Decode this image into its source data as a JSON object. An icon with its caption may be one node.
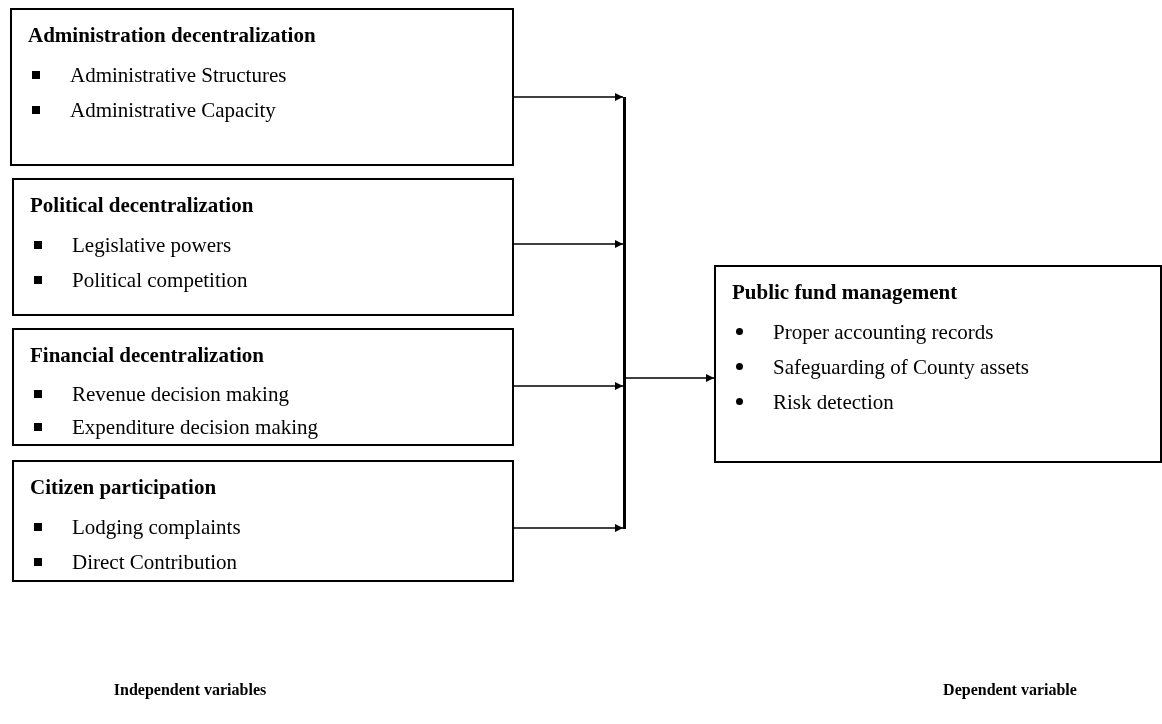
{
  "diagram": {
    "nodes": [
      {
        "text": [
          "Administration decentralization",
          "Administrative Structures",
          "Administrative Capacity"
        ]
      },
      {
        "text": [
          "Political decentralization",
          "Legislative powers",
          "Political competition"
        ]
      },
      {
        "text": [
          "Financial decentralization",
          "Revenue decision making",
          "Expenditure decision making"
        ]
      },
      {
        "text": [
          "Citizen participation",
          "Lodging complaints",
          "Direct Contribution"
        ]
      },
      {
        "text": [],
        "shape": "bar"
      },
      {
        "text": [
          "Public fund management",
          "Proper accounting records",
          "Safeguarding of County assets",
          "Risk detection"
        ]
      }
    ],
    "edges": [
      {
        "from": 0,
        "to": 4,
        "arrow": "to"
      },
      {
        "from": 1,
        "to": 4,
        "arrow": "to"
      },
      {
        "from": 2,
        "to": 4,
        "arrow": "to"
      },
      {
        "from": 3,
        "to": 4,
        "arrow": "to"
      },
      {
        "from": 4,
        "to": 5,
        "arrow": "to"
      }
    ],
    "labels": [
      "Independent variables",
      "Dependent variable"
    ]
  }
}
